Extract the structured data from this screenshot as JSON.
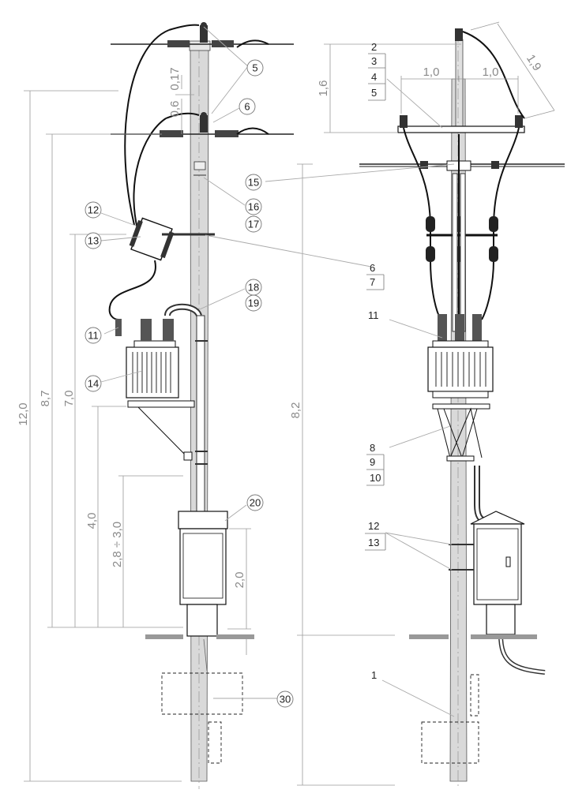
{
  "dimensions": {
    "d_12_0": "12,0",
    "d_8_7": "8,7",
    "d_7_0": "7,0",
    "d_4_0": "4,0",
    "d_2_8_3_0": "2,8 ÷ 3,0",
    "d_2_0": "2,0",
    "d_8_2": "8,2",
    "d_0_17": "0,17",
    "d_0_6": "0,6",
    "d_1_6": "1,6",
    "d_1_0_left": "1,0",
    "d_1_0_right": "1,0",
    "d_1_9": "1,9"
  },
  "callouts_left": {
    "c5": "5",
    "c6": "6",
    "c12": "12",
    "c13": "13",
    "c11": "11",
    "c14": "14",
    "c15": "15",
    "c16": "16",
    "c17": "17",
    "c18": "18",
    "c19": "19",
    "c20": "20",
    "c30": "30"
  },
  "callouts_right": {
    "r2": "2",
    "r3": "3",
    "r4": "4",
    "r5": "5",
    "r6": "6",
    "r7": "7",
    "r11": "11",
    "r8": "8",
    "r9": "9",
    "r10": "10",
    "r12": "12",
    "r13": "13",
    "r1": "1"
  }
}
